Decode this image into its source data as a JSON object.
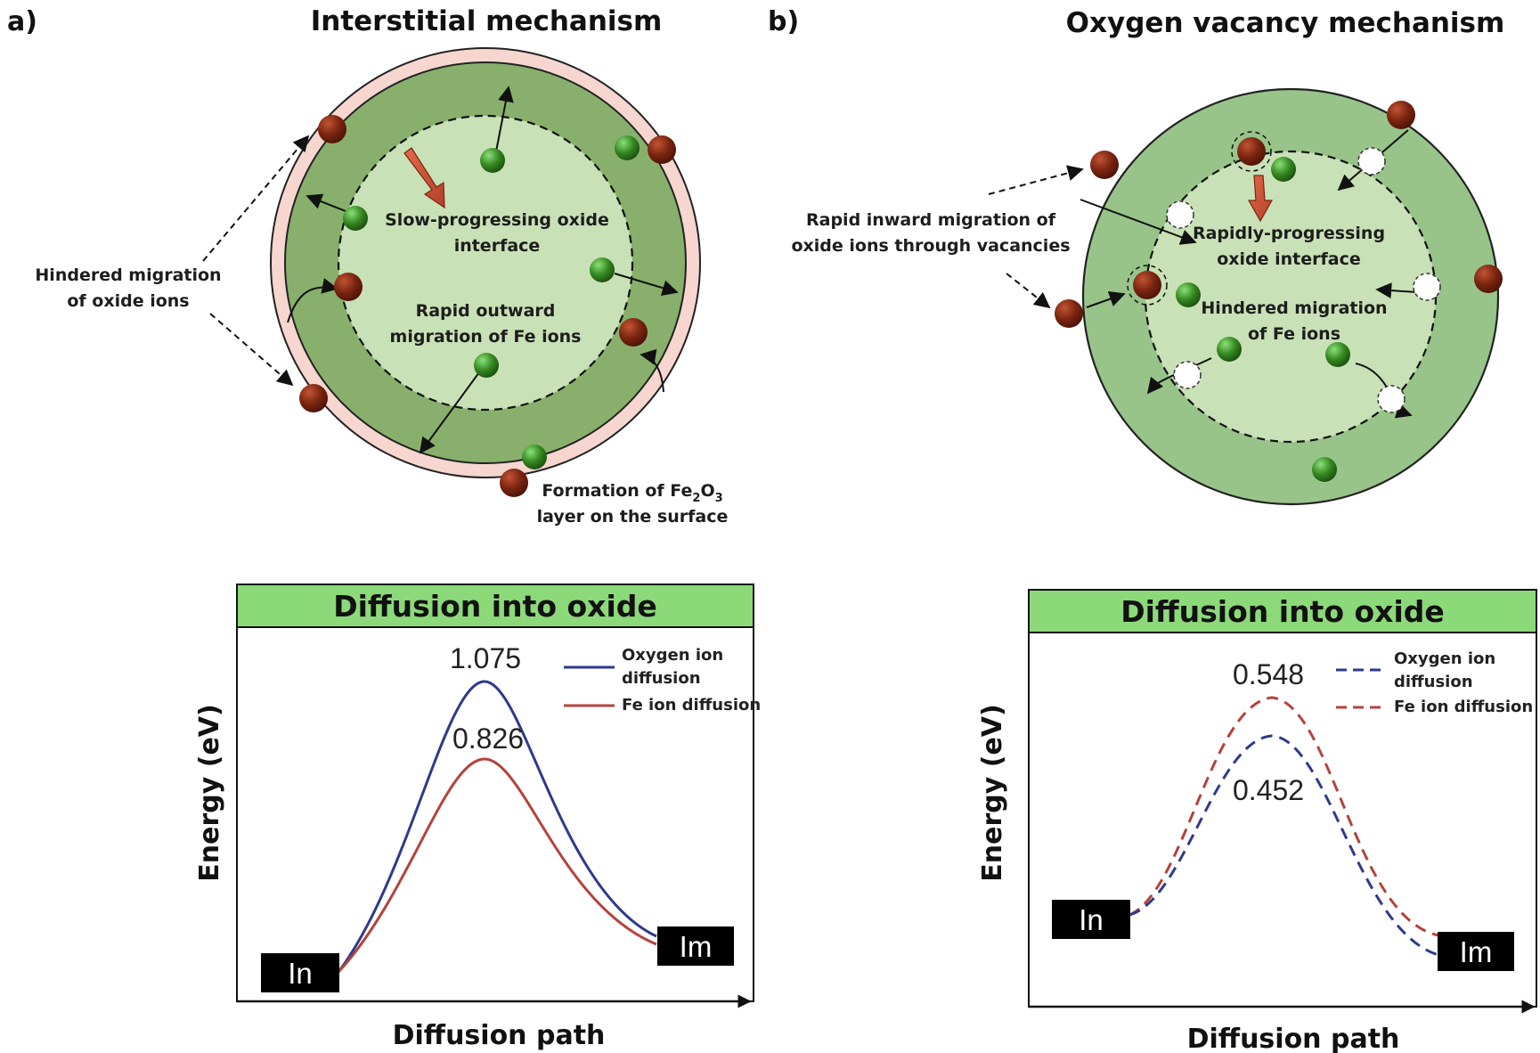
{
  "panel_a": {
    "letter": "a)",
    "title": "Interstitial mechanism",
    "labels": {
      "hindered_1": "Hindered migration",
      "hindered_2": "of oxide ions",
      "slow_1": "Slow-progressing oxide",
      "slow_2": "interface",
      "rapid_1": "Rapid outward",
      "rapid_2": "migration of Fe ions",
      "formation_prefix": "Formation of Fe",
      "formation_sub1": "2",
      "formation_mid": "O",
      "formation_sub2": "3",
      "formation_2": "layer on the surface"
    },
    "chart": {
      "header": "Diffusion into oxide",
      "ylabel": "Energy (eV)",
      "xlabel": "Diffusion path",
      "start_label": "In",
      "end_label": "Im",
      "peak_oxygen": "1.075",
      "peak_fe": "0.826",
      "legend_oxygen_1": "Oxygen ion",
      "legend_oxygen_2": "diffusion",
      "legend_fe": "Fe ion diffusion"
    }
  },
  "panel_b": {
    "letter": "b)",
    "title": "Oxygen vacancy  mechanism",
    "labels": {
      "rapid_inward_1": "Rapid inward migration of",
      "rapid_inward_2": "oxide ions through vacancies",
      "rapidly_1": "Rapidly-progressing",
      "rapidly_2": "oxide interface",
      "hindered_1": "Hindered migration",
      "hindered_2": "of Fe ions"
    },
    "chart": {
      "header": "Diffusion into oxide",
      "ylabel": "Energy (eV)",
      "xlabel": "Diffusion path",
      "start_label": "In",
      "end_label": "Im",
      "peak_fe": "0.548",
      "peak_oxygen": "0.452",
      "legend_oxygen_1": "Oxygen ion",
      "legend_oxygen_2": "diffusion",
      "legend_fe": "Fe ion diffusion"
    }
  },
  "colors": {
    "oxygen_curve": "#2e3a8c",
    "fe_curve": "#b5423b",
    "header_green": "#8cd97a",
    "outer_green": "#88b06c",
    "inner_green": "#c9e1b6",
    "b_green": "#98c48a",
    "fe2o3_layer": "#f6d6cf",
    "fe_particle": "#7a2410",
    "green_particle": "#2f7a20",
    "arrow_orange": "#d2543a"
  },
  "icons": [
    "fe-ion-icon",
    "oxide-ion-icon",
    "vacancy-icon"
  ]
}
